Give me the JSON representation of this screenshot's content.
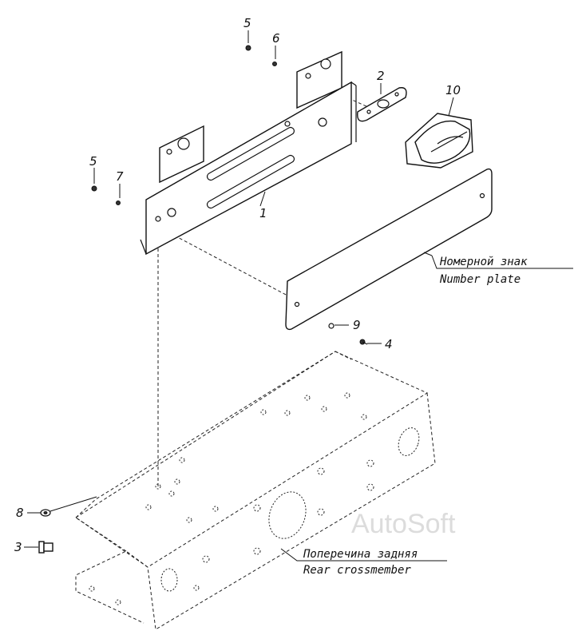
{
  "callouts": {
    "p1": "1",
    "p2": "2",
    "p3": "3",
    "p4": "4",
    "p5a": "5",
    "p5b": "5",
    "p6": "6",
    "p7": "7",
    "p8": "8",
    "p9": "9",
    "p10": "10"
  },
  "labels": {
    "number_plate_ru": "Номерной знак",
    "number_plate_en": "Number plate",
    "crossmember_ru": "Поперечина задняя",
    "crossmember_en": "Rear crossmember"
  },
  "watermark": "AutoSoft",
  "colors": {
    "line": "#111111",
    "background": "#ffffff",
    "watermark": "#dcdcdc"
  }
}
